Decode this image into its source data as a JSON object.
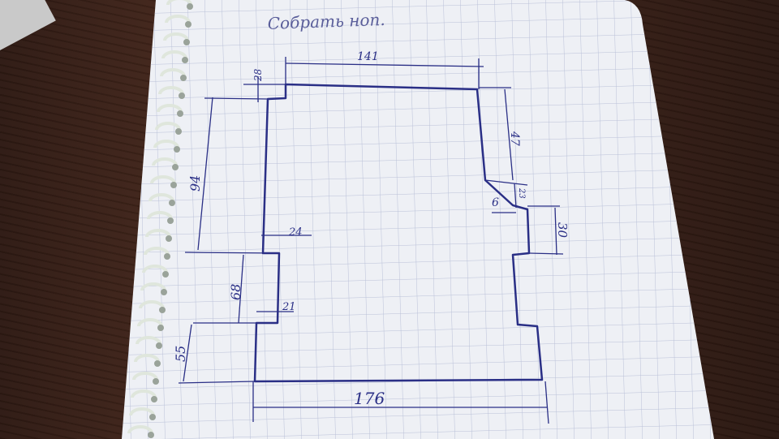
{
  "title": "Собрать ноп.",
  "dimensions": {
    "top_width": "141",
    "top_step_height": "28",
    "left_upper_height": "94",
    "left_step1_width": "24",
    "left_middle_height": "68",
    "left_step2_width": "21",
    "left_lower_height": "55",
    "bottom_width": "176",
    "right_slant_height": "47",
    "right_small_height": "23",
    "right_small_width": "6",
    "right_step_height": "30"
  },
  "colors": {
    "ink": "#2a2f86",
    "paper": "#f1f2f6",
    "grid": "#b9c0d8"
  }
}
